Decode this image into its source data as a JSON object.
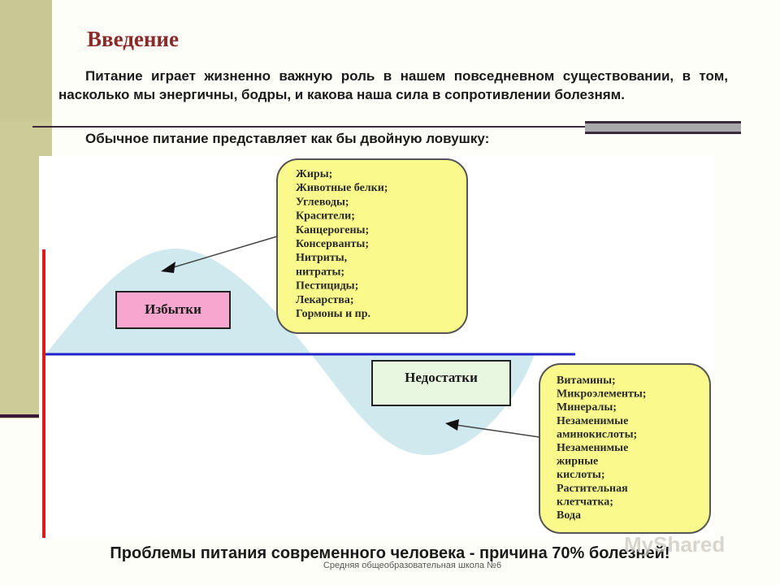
{
  "slide": {
    "title": "Введение",
    "paragraph": "Питание играет жизненно важную роль в нашем повседневном существовании, в том, насколько мы энергичны, бодры, и какова наша сила в сопротивлении болезням.",
    "subtitle": "Обычное питание представляет как бы двойную ловушку:",
    "caption": "Проблемы питания современного человека - причина 70% болезней!",
    "footer": "Средняя общеобразовательная школа №6",
    "watermark": "MyShared"
  },
  "diagram": {
    "excess_label": "Избытки",
    "deficit_label": "Недостатки",
    "excess_items": [
      "Жиры;",
      "Животные белки;",
      "Углеводы;",
      "Красители;",
      "Канцерогены;",
      "Консерванты;",
      "Нитриты,",
      "нитраты;",
      "Пестициды;",
      "Лекарства;",
      "Гормоны и пр."
    ],
    "deficit_items": [
      "Витамины;",
      "Микроэлементы;",
      "Минералы;",
      "Незаменимые",
      "аминокислоты;",
      "Незаменимые",
      "жирные",
      "кислоты;",
      "Растительная",
      "клетчатка;",
      "Вода"
    ],
    "colors": {
      "wave": "#cfe9ef",
      "callout": "#fafa8c",
      "excess_box": "#f6a6cf",
      "deficit_box": "#e8f8e0",
      "axis_red": "#dd1b1b",
      "axis_line": "#2121c8"
    }
  }
}
